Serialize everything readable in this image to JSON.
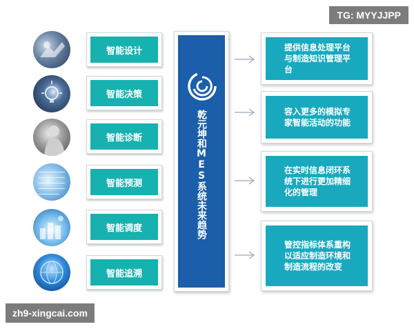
{
  "watermarks": {
    "top_right": "TG: MYYJJPP",
    "bottom_left": "zh9-xingcai.com"
  },
  "left_items": [
    {
      "label": "智能设计"
    },
    {
      "label": "智能决策"
    },
    {
      "label": "智能诊断"
    },
    {
      "label": "智能预测"
    },
    {
      "label": "智能调度"
    },
    {
      "label": "智能追溯"
    }
  ],
  "center": {
    "title": "乾元坤和MES系统未来趋势"
  },
  "right_items": [
    {
      "text": "提供信息处理平台与制造知识管理平台"
    },
    {
      "text": "容入更多的模拟专家智能活动的功能"
    },
    {
      "text": "在实时信息闭环系统下进行更加精细化的管理"
    },
    {
      "text": "管控指标体系重构以适应制造环境和制造流程的改变"
    }
  ],
  "colors": {
    "teal_box": "#17b1b0",
    "right_box": "#19a9bf",
    "center_bar": "#1b5ea9",
    "arrow": "#9aa9b6"
  }
}
